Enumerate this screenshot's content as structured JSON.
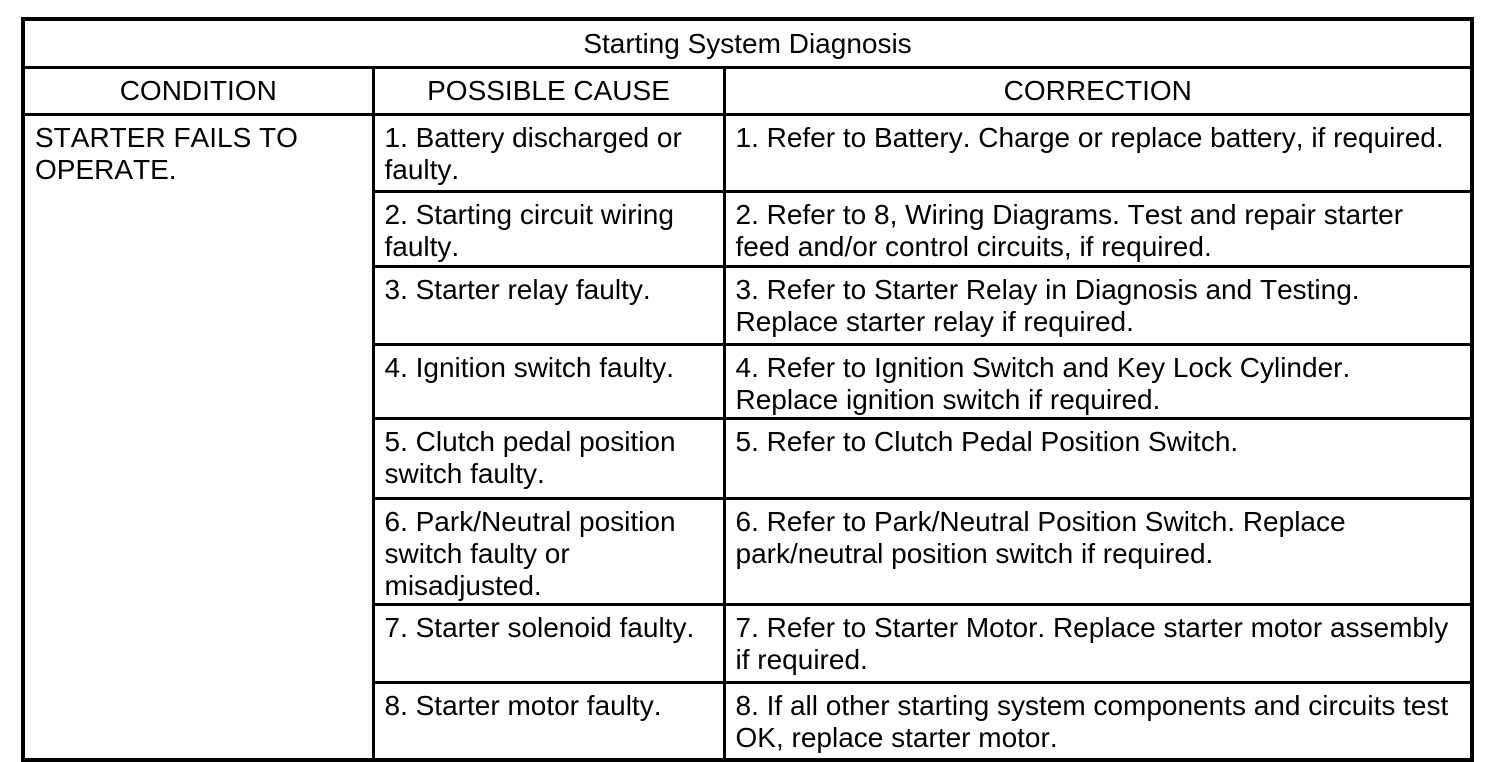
{
  "table": {
    "title": "Starting System Diagnosis",
    "columns": [
      {
        "label": "CONDITION"
      },
      {
        "label": "POSSIBLE CAUSE"
      },
      {
        "label": "CORRECTION"
      }
    ],
    "condition": "STARTER FAILS TO OPERATE.",
    "rows": [
      {
        "cause": "1. Battery discharged or faulty.",
        "correction": "1. Refer to Battery. Charge or replace battery, if required."
      },
      {
        "cause": "2. Starting circuit wiring faulty.",
        "correction": "2. Refer to 8, Wiring Diagrams. Test and repair starter feed and/or control circuits, if required."
      },
      {
        "cause": "3. Starter relay faulty.",
        "correction": "3. Refer to Starter Relay in Diagnosis and Testing. Replace starter relay if required."
      },
      {
        "cause": "4. Ignition switch faulty.",
        "correction": "4. Refer to Ignition Switch and Key Lock Cylinder. Replace ignition switch if required."
      },
      {
        "cause": "5. Clutch pedal position switch faulty.",
        "correction": "5. Refer to Clutch Pedal Position Switch."
      },
      {
        "cause": "6. Park/Neutral position switch faulty or misadjusted.",
        "correction": "6. Refer to Park/Neutral Position Switch. Replace park/neutral position switch if required."
      },
      {
        "cause": "7. Starter solenoid faulty.",
        "correction": "7. Refer to Starter Motor. Replace starter motor assembly if required."
      },
      {
        "cause": "8. Starter motor faulty.",
        "correction": "8. If all other starting system components and circuits test OK, replace starter motor."
      }
    ],
    "colors": {
      "border": "#000000",
      "background": "#ffffff",
      "text": "#000000"
    }
  }
}
